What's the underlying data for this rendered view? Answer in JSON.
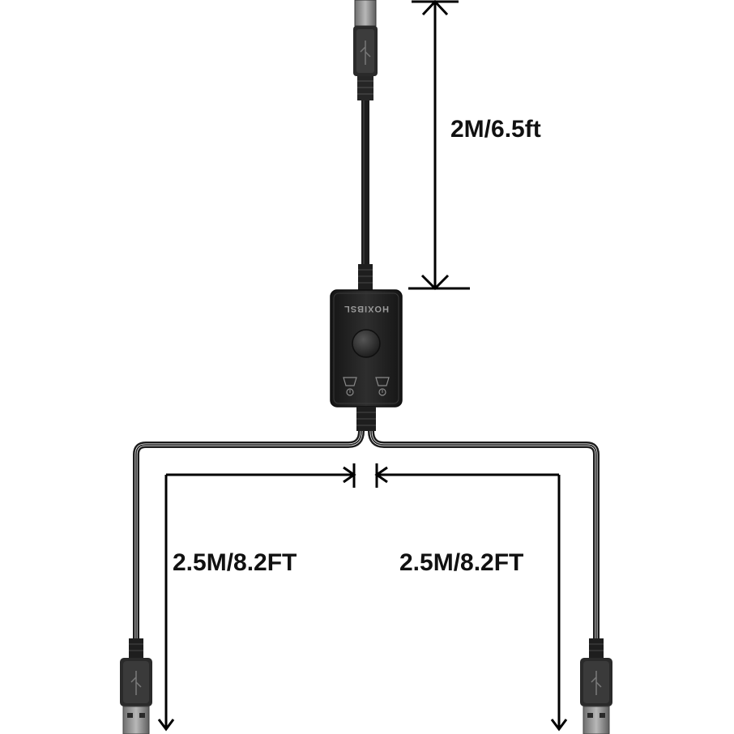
{
  "product": {
    "brand_mark": "HOXIBSL",
    "colors": {
      "cable": "#1c1c1c",
      "cable_highlight": "#4a4a4a",
      "connector_body": "#8a8a8a",
      "connector_dark": "#3a3a3a",
      "switch_box": "#222222",
      "switch_button": "#333333",
      "dimension_lines": "#000000",
      "background": "#ffffff"
    }
  },
  "dimensions": {
    "top_cable_length": "2M/6.5ft",
    "left_cable_length": "2.5M/8.2FT",
    "right_cable_length": "2.5M/8.2FT"
  },
  "icons": {
    "usb_trident": "usb-icon",
    "port_symbols": [
      "computer-port-icon",
      "computer-port-icon"
    ]
  }
}
